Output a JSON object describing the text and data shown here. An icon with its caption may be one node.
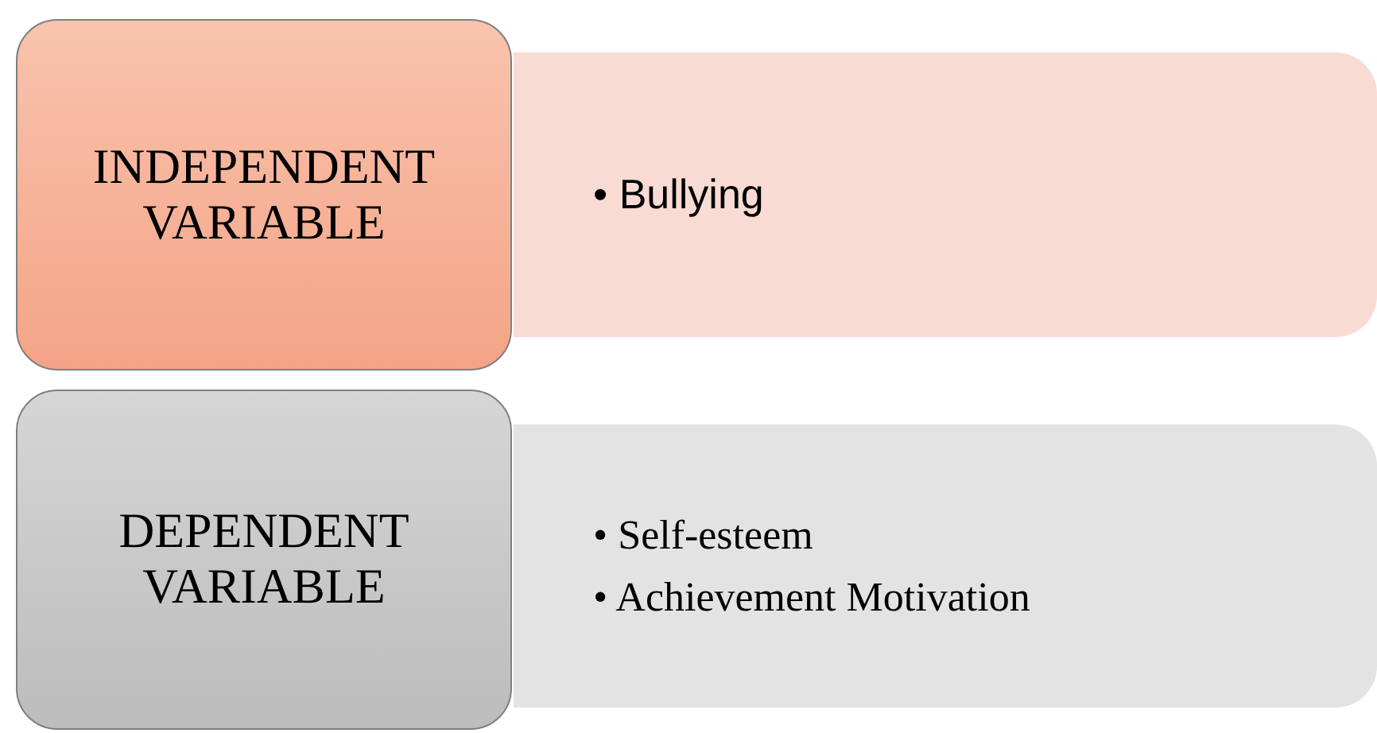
{
  "diagram": {
    "nodes": [
      {
        "text": [
          "INDEPENDENT VARIABLE"
        ]
      },
      {
        "text": [
          "• Bullying"
        ]
      },
      {
        "text": [
          "DEPENDENT VARIABLE"
        ]
      },
      {
        "text": [
          "• Self-esteem",
          "• Achievement Motivation"
        ]
      }
    ]
  }
}
